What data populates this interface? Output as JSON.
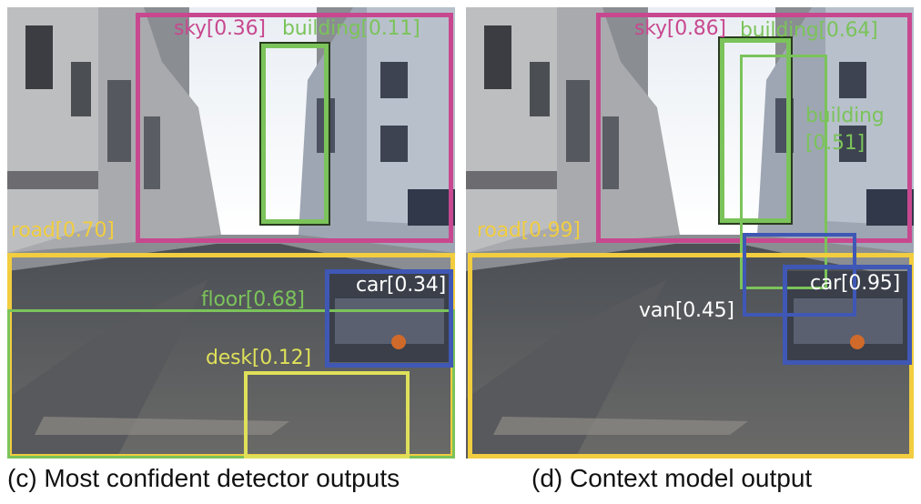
{
  "colors": {
    "sky": "#c8488f",
    "building": "#7bc35a",
    "road": "#f1cd3f",
    "floor": "#7bc35a",
    "desk": "#dfe05a",
    "car": "#3f57b5",
    "van": "#3f57b5",
    "white_label": "#ffffff"
  },
  "left": {
    "caption": "(c) Most confident detector outputs",
    "labels": {
      "sky": "sky[0.36]",
      "building": "building[0.11]",
      "road": "road[0.70]",
      "floor": "floor[0.68]",
      "car": "car[0.34]",
      "desk": "desk[0.12]"
    }
  },
  "right": {
    "caption": "(d) Context model output",
    "labels": {
      "sky": "sky[0.86]",
      "building_top": "building[0.64]",
      "building_mid_1": "building",
      "building_mid_2": "[0.51]",
      "road": "road[0.99]",
      "car": "car[0.95]",
      "van": "van[0.45]"
    }
  }
}
